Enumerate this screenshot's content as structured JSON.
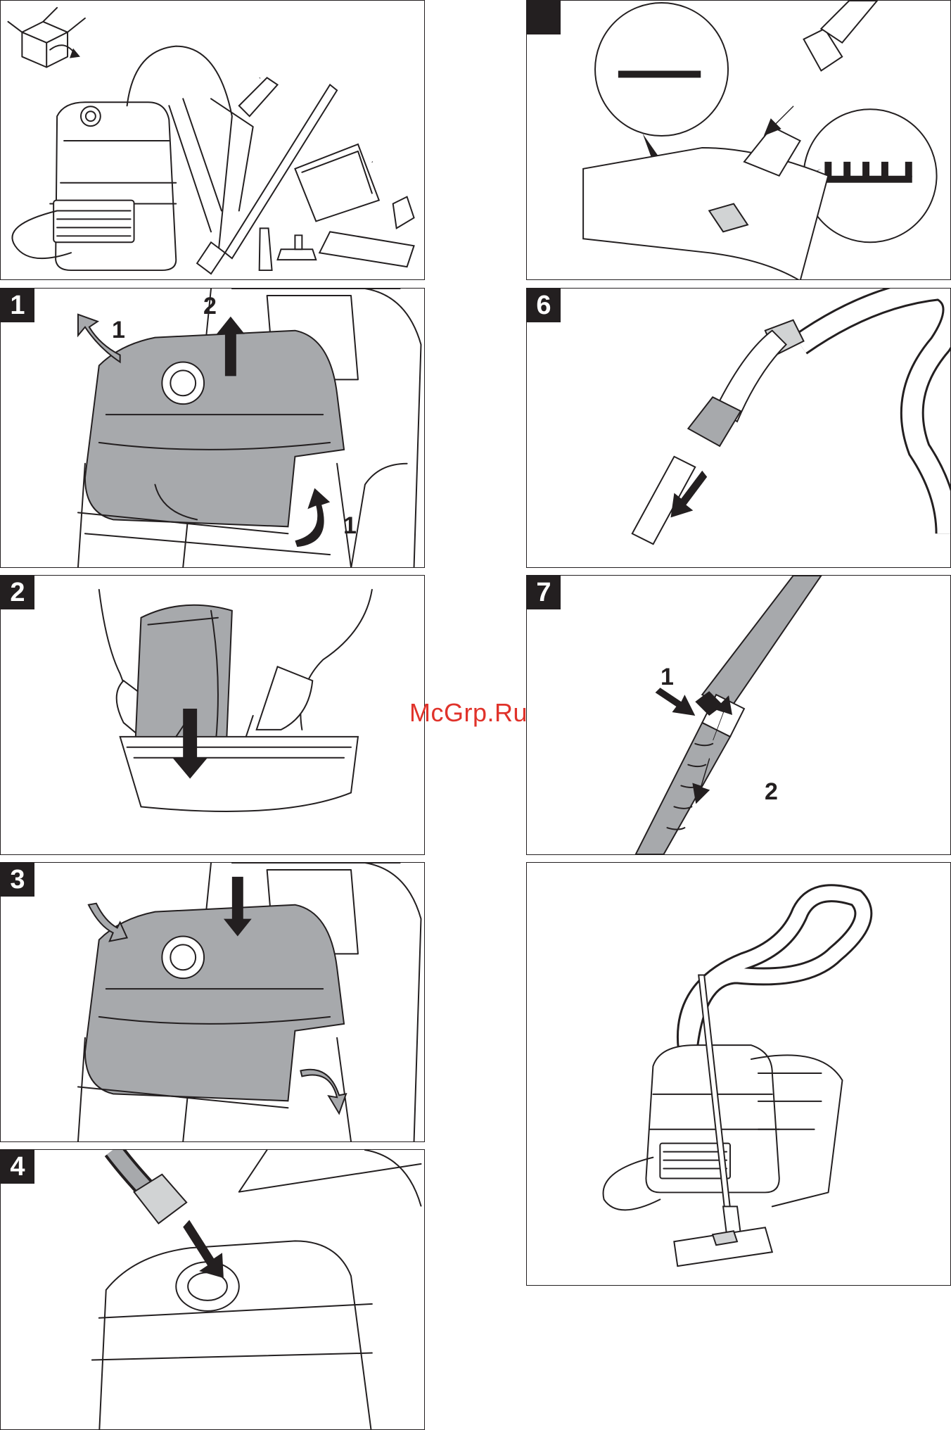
{
  "watermark": "McGrp.Ru",
  "panels": {
    "unpack": {
      "badge": ""
    },
    "step1": {
      "badge": "1",
      "callouts": [
        "1",
        "2",
        "1"
      ]
    },
    "step2": {
      "badge": "2"
    },
    "step3": {
      "badge": "3"
    },
    "step4": {
      "badge": "4"
    },
    "step5": {
      "badge": "",
      "floor_symbol": "—",
      "carpet_symbol": "ШШШ"
    },
    "step6": {
      "badge": "6"
    },
    "step7": {
      "badge": "7",
      "callouts": [
        "1",
        "2"
      ]
    },
    "assembled": {
      "badge": ""
    }
  },
  "colors": {
    "ink": "#231f20",
    "shade": "#a7a9ac",
    "light_shade": "#d1d3d4",
    "watermark": "#e0322a"
  }
}
